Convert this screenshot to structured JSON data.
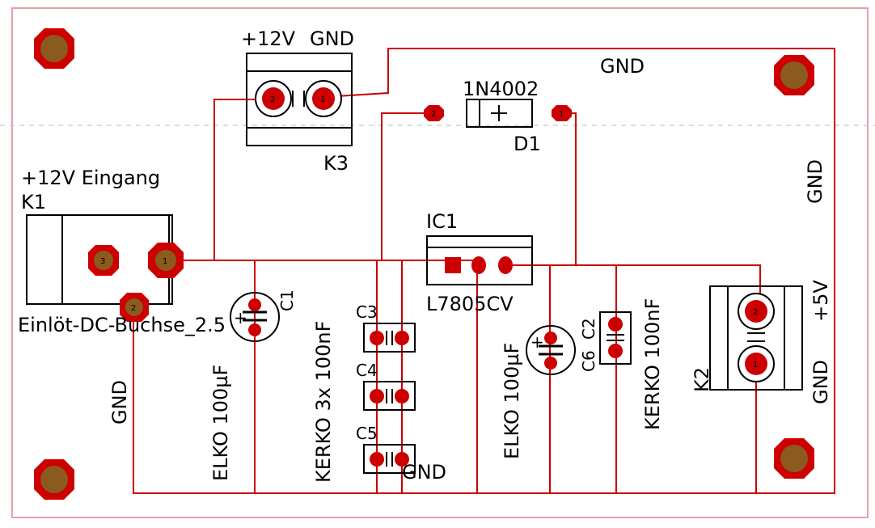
{
  "colors": {
    "board_outline": "#e8a0a8",
    "trace": "#cc0000",
    "pad_ring": "#cc0000",
    "hole": "#8b5a1e",
    "silkscreen": "#000000",
    "guide_line": "#bbbbbb"
  },
  "labels": {
    "k3_left": "+12V",
    "k3_right": "GND",
    "k3_name": "K3",
    "top_gnd": "GND",
    "d1_type": "1N4002",
    "d1_name": "D1",
    "right_gnd": "GND",
    "k1_title": "+12V Eingang",
    "k1_name": "K1",
    "ic1_name": "IC1",
    "ic1_type": "L7805CV",
    "k1_type": "Einlöt-DC-Buchse_2.5",
    "left_gnd": "GND",
    "c1_name": "C1",
    "c1_value": "ELKO 100µF",
    "c3c5_value": "KERKO 3x 100nF",
    "c3_name": "C3",
    "c4_name": "C4",
    "c5_name": "C5",
    "bottom_gnd": "GND",
    "c6_value": "ELKO 100µF",
    "c6_name": "C6",
    "c2_name": "C2",
    "c2_value": "KERKO 100nF",
    "k2_name": "K2",
    "k2_plus": "+5V",
    "k2_gnd": "GND",
    "plus_sign": "+"
  },
  "pins": {
    "p1": "1",
    "p2": "2",
    "p3": "3"
  }
}
